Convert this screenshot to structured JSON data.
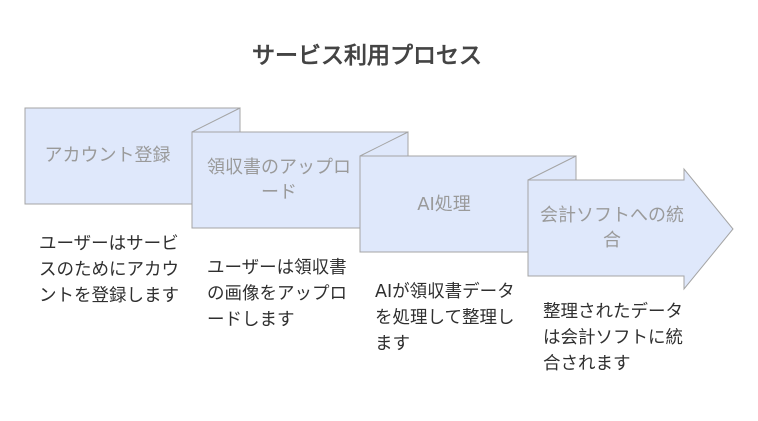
{
  "title": "サービス利用プロセス",
  "colors": {
    "box_fill": "#dfe8fb",
    "box_stroke": "#a4a4a4",
    "label_text": "#9a9a9a",
    "desc_text": "#2f2f2f"
  },
  "steps": [
    {
      "label": "アカウント登録",
      "description": "ユーザーはサービスのためにアカウントを登録します"
    },
    {
      "label": "領収書のアップロード",
      "description": "ユーザーは領収書の画像をアップロードします"
    },
    {
      "label": "AI処理",
      "description": "AIが領収書データを処理して整理します"
    },
    {
      "label": "会計ソフトへの統合",
      "description": "整理されたデータは会計ソフトに統合されます"
    }
  ]
}
